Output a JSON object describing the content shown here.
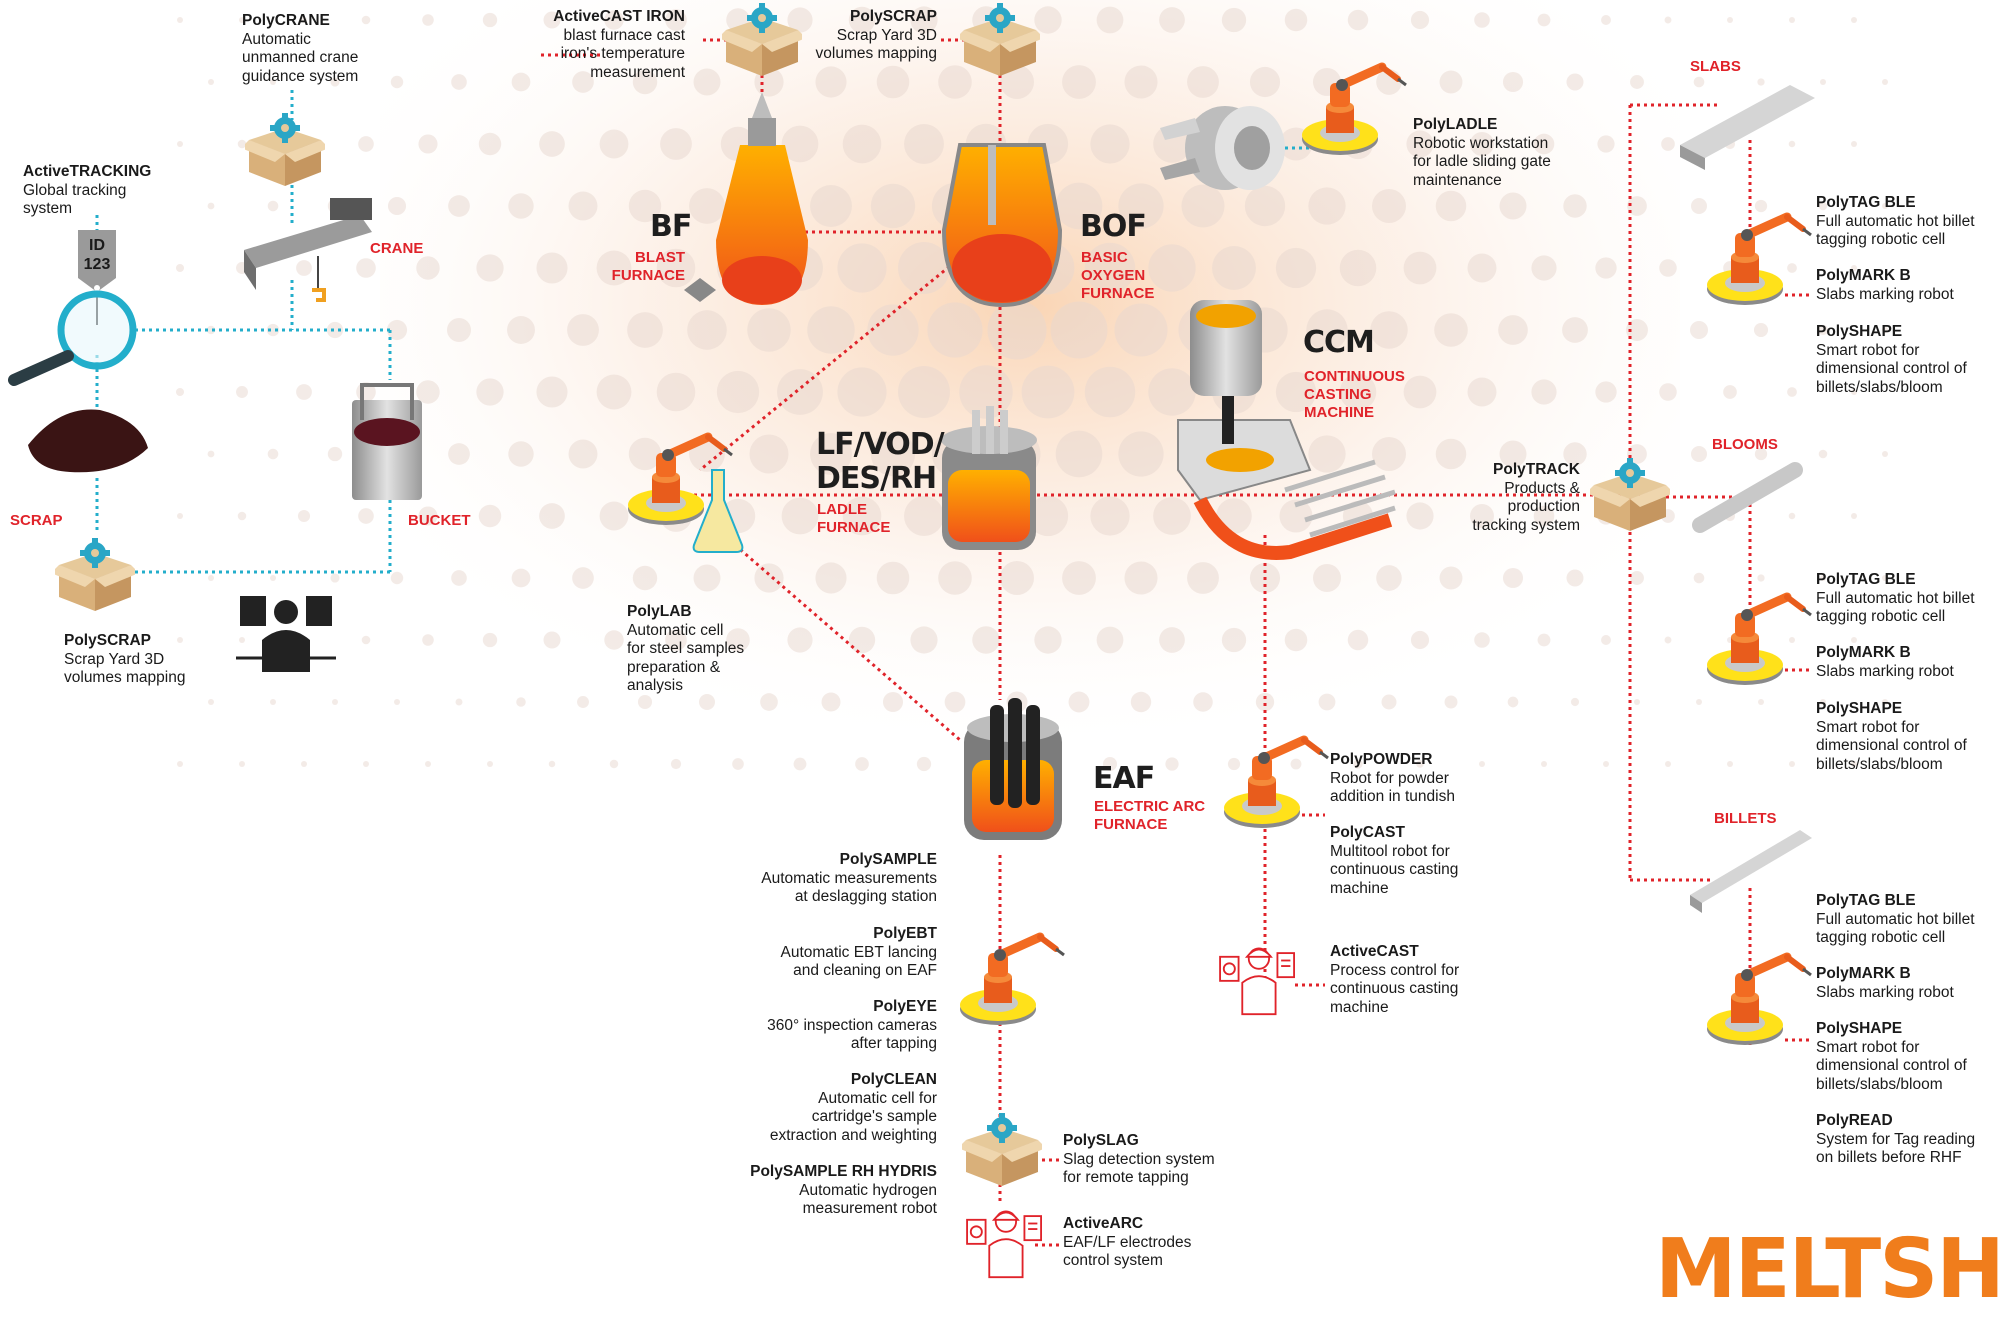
{
  "colors": {
    "accent": "#e0232a",
    "link_cyan": "#23aecb",
    "orange": "#f07d1c",
    "yellow": "#ffe11a"
  },
  "icons": [
    "box-gear-icon",
    "robot-arm-icon",
    "operator-monitor-icon",
    "magnifier-tag-icon",
    "crane-icon",
    "bucket-icon",
    "scrap-pile-icon",
    "flask-icon",
    "ladle-gate-icon"
  ],
  "left": {
    "crane_product": {
      "name": "PolyCRANE",
      "desc": [
        "Automatic",
        "unmanned crane",
        "guidance system"
      ]
    },
    "tracking": {
      "name": "ActiveTRACKING",
      "desc": [
        "Global tracking",
        "system"
      ]
    },
    "tag": {
      "line1": "ID",
      "line2": "123"
    },
    "crane_label": "CRANE",
    "scrap_label": "SCRAP",
    "bucket_label": "BUCKET",
    "polyscrap": {
      "name": "PolySCRAP",
      "desc": [
        "Scrap Yard 3D",
        "volumes mapping"
      ]
    }
  },
  "top": {
    "activecast_iron": {
      "name": "ActiveCAST IRON",
      "desc": [
        "blast furnace cast",
        "iron's temperature",
        "measurement"
      ]
    },
    "polyscrap": {
      "name": "PolySCRAP",
      "desc": [
        "Scrap Yard 3D",
        "volumes mapping"
      ]
    }
  },
  "units": {
    "bf": {
      "code": "BF",
      "name": [
        "BLAST",
        "FURNACE"
      ]
    },
    "bof": {
      "code": "BOF",
      "name": [
        "BASIC",
        "OXYGEN",
        "FURNACE"
      ]
    },
    "lf": {
      "code": [
        "LF/VOD/",
        "DES/RH"
      ],
      "name": [
        "LADLE",
        "FURNACE"
      ]
    },
    "ccm": {
      "code": "CCM",
      "name": [
        "CONTINUOUS",
        "CASTING",
        "MACHINE"
      ]
    },
    "eaf": {
      "code": "EAF",
      "name": [
        "ELECTRIC ARC",
        "FURNACE"
      ]
    }
  },
  "polyladle": {
    "name": "PolyLADLE",
    "desc": [
      "Robotic workstation",
      "for ladle sliding gate",
      "maintenance"
    ]
  },
  "polylab": {
    "name": "PolyLAB",
    "desc": [
      "Automatic cell",
      "for steel samples",
      "preparation &",
      "analysis"
    ]
  },
  "polytrack": {
    "name": "PolyTRACK",
    "desc": [
      "Products &",
      "production",
      "tracking system"
    ]
  },
  "eaf_products": [
    {
      "name": "PolySAMPLE",
      "desc": [
        "Automatic measurements",
        "at deslagging station"
      ]
    },
    {
      "name": "PolyEBT",
      "desc": [
        "Automatic EBT lancing",
        "and cleaning on EAF"
      ]
    },
    {
      "name": "PolyEYE",
      "desc": [
        "360° inspection cameras",
        "after tapping"
      ]
    },
    {
      "name": "PolyCLEAN",
      "desc": [
        "Automatic cell for",
        "cartridge's sample",
        "extraction and weighting"
      ]
    },
    {
      "name": "PolySAMPLE RH HYDRIS",
      "desc": [
        "Automatic hydrogen",
        "measurement robot"
      ]
    }
  ],
  "polyslag": {
    "name": "PolySLAG",
    "desc": [
      "Slag detection system",
      "for remote tapping"
    ]
  },
  "activearc": {
    "name": "ActiveARC",
    "desc": [
      "EAF/LF electrodes",
      "control system"
    ]
  },
  "ccm_products": [
    {
      "name": "PolyPOWDER",
      "desc": [
        "Robot for powder",
        "addition in tundish"
      ]
    },
    {
      "name": "PolyCAST",
      "desc": [
        "Multitool robot for",
        "continuous casting",
        "machine"
      ]
    }
  ],
  "activecast": {
    "name": "ActiveCAST",
    "desc": [
      "Process control for",
      "continuous casting",
      "machine"
    ]
  },
  "right": {
    "slabs_label": "SLABS",
    "blooms_label": "BLOOMS",
    "billets_label": "BILLETS",
    "slabs_products": [
      {
        "name": "PolyTAG BLE",
        "desc": [
          "Full automatic hot billet",
          "tagging robotic cell"
        ]
      },
      {
        "name": "PolyMARK B",
        "desc": [
          "Slabs marking robot"
        ]
      },
      {
        "name": "PolySHAPE",
        "desc": [
          "Smart robot for",
          "dimensional control of",
          "billets/slabs/bloom"
        ]
      }
    ],
    "blooms_products": [
      {
        "name": "PolyTAG BLE",
        "desc": [
          "Full automatic hot billet",
          "tagging robotic cell"
        ]
      },
      {
        "name": "PolyMARK B",
        "desc": [
          "Slabs marking robot"
        ]
      },
      {
        "name": "PolySHAPE",
        "desc": [
          "Smart robot for",
          "dimensional control of",
          "billets/slabs/bloom"
        ]
      }
    ],
    "billets_products": [
      {
        "name": "PolyTAG BLE",
        "desc": [
          "Full automatic hot billet",
          "tagging robotic cell"
        ]
      },
      {
        "name": "PolyMARK B",
        "desc": [
          "Slabs marking robot"
        ]
      },
      {
        "name": "PolySHAPE",
        "desc": [
          "Smart robot for",
          "dimensional control of",
          "billets/slabs/bloom"
        ]
      },
      {
        "name": "PolyREAD",
        "desc": [
          "System for Tag reading",
          "on billets before RHF"
        ]
      }
    ]
  },
  "footer_title": "MELTSHO"
}
